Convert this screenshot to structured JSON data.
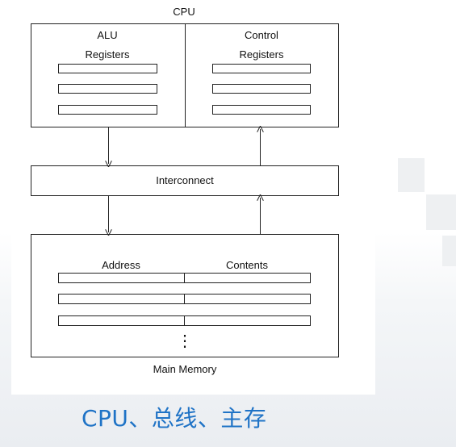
{
  "diagram": {
    "cpu_label": "CPU",
    "alu_label": "ALU",
    "alu_registers_label": "Registers",
    "control_label": "Control",
    "control_registers_label": "Registers",
    "interconnect_label": "Interconnect",
    "address_label": "Address",
    "contents_label": "Contents",
    "ellipsis": "⋮",
    "main_memory_label": "Main Memory"
  },
  "caption": "CPU、总线、主存"
}
